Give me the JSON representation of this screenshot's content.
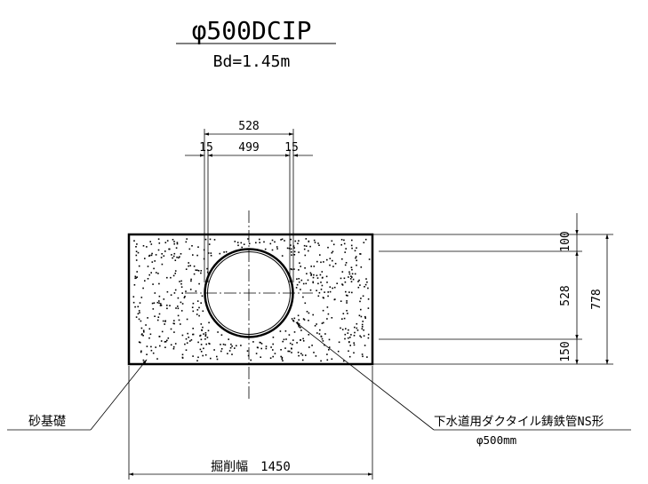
{
  "title": {
    "main": "φ500DCIP",
    "sub": "Bd=1.45m"
  },
  "dimensions": {
    "top_total": "528",
    "top_wall_left": "15",
    "top_inner": "499",
    "top_wall_right": "15",
    "right_top": "100",
    "right_pipe": "528",
    "right_bottom": "150",
    "right_total": "778",
    "bottom_width": "掘削幅　1450"
  },
  "labels": {
    "sand_base": "砂基礎",
    "pipe_name": "下水道用ダクタイル鋳鉄管NS形",
    "pipe_size": "φ500mm"
  }
}
